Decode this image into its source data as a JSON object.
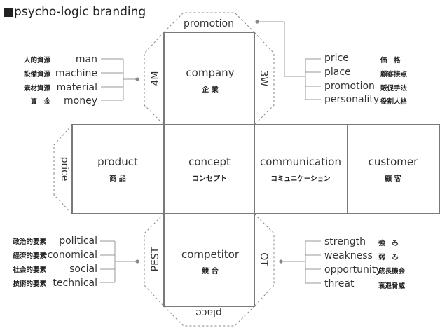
{
  "title": "■psycho-logic branding",
  "flaps": {
    "top": "promotion",
    "bottom": "place",
    "left": "price",
    "company_left": "4M",
    "company_right": "3W",
    "competitor_left": "PEST",
    "competitor_right": "OT"
  },
  "boxes": {
    "company": {
      "en": "company",
      "ja": "企 業"
    },
    "product": {
      "en": "product",
      "ja": "商 品"
    },
    "concept": {
      "en": "concept",
      "ja": "コンセプト"
    },
    "communication": {
      "en": "communication",
      "ja": "コミュニケーション"
    },
    "customer": {
      "en": "customer",
      "ja": "顧 客"
    },
    "competitor": {
      "en": "competitor",
      "ja": "競 合"
    }
  },
  "lists": {
    "four_m": [
      {
        "ja": "人的資源",
        "en": "man"
      },
      {
        "ja": "設備資源",
        "en": "machine"
      },
      {
        "ja": "素材資源",
        "en": "material"
      },
      {
        "ja": "資　金",
        "en": "money"
      }
    ],
    "marketing": [
      {
        "en": "price",
        "ja": "価　格"
      },
      {
        "en": "place",
        "ja": "顧客接点"
      },
      {
        "en": "promotion",
        "ja": "販促手法"
      },
      {
        "en": "personality",
        "ja": "役割人格"
      }
    ],
    "pest": [
      {
        "ja": "政治的要素",
        "en": "political"
      },
      {
        "ja": "経済的要素",
        "en": "economical"
      },
      {
        "ja": "社会的要素",
        "en": "social"
      },
      {
        "ja": "技術的要素",
        "en": "technical"
      }
    ],
    "swot": [
      {
        "en": "strength",
        "ja": "強　み"
      },
      {
        "en": "weakness",
        "ja": "弱　み"
      },
      {
        "en": "opportunity",
        "ja": "成長機会"
      },
      {
        "en": "threat",
        "ja": "衰退脅威"
      }
    ]
  }
}
